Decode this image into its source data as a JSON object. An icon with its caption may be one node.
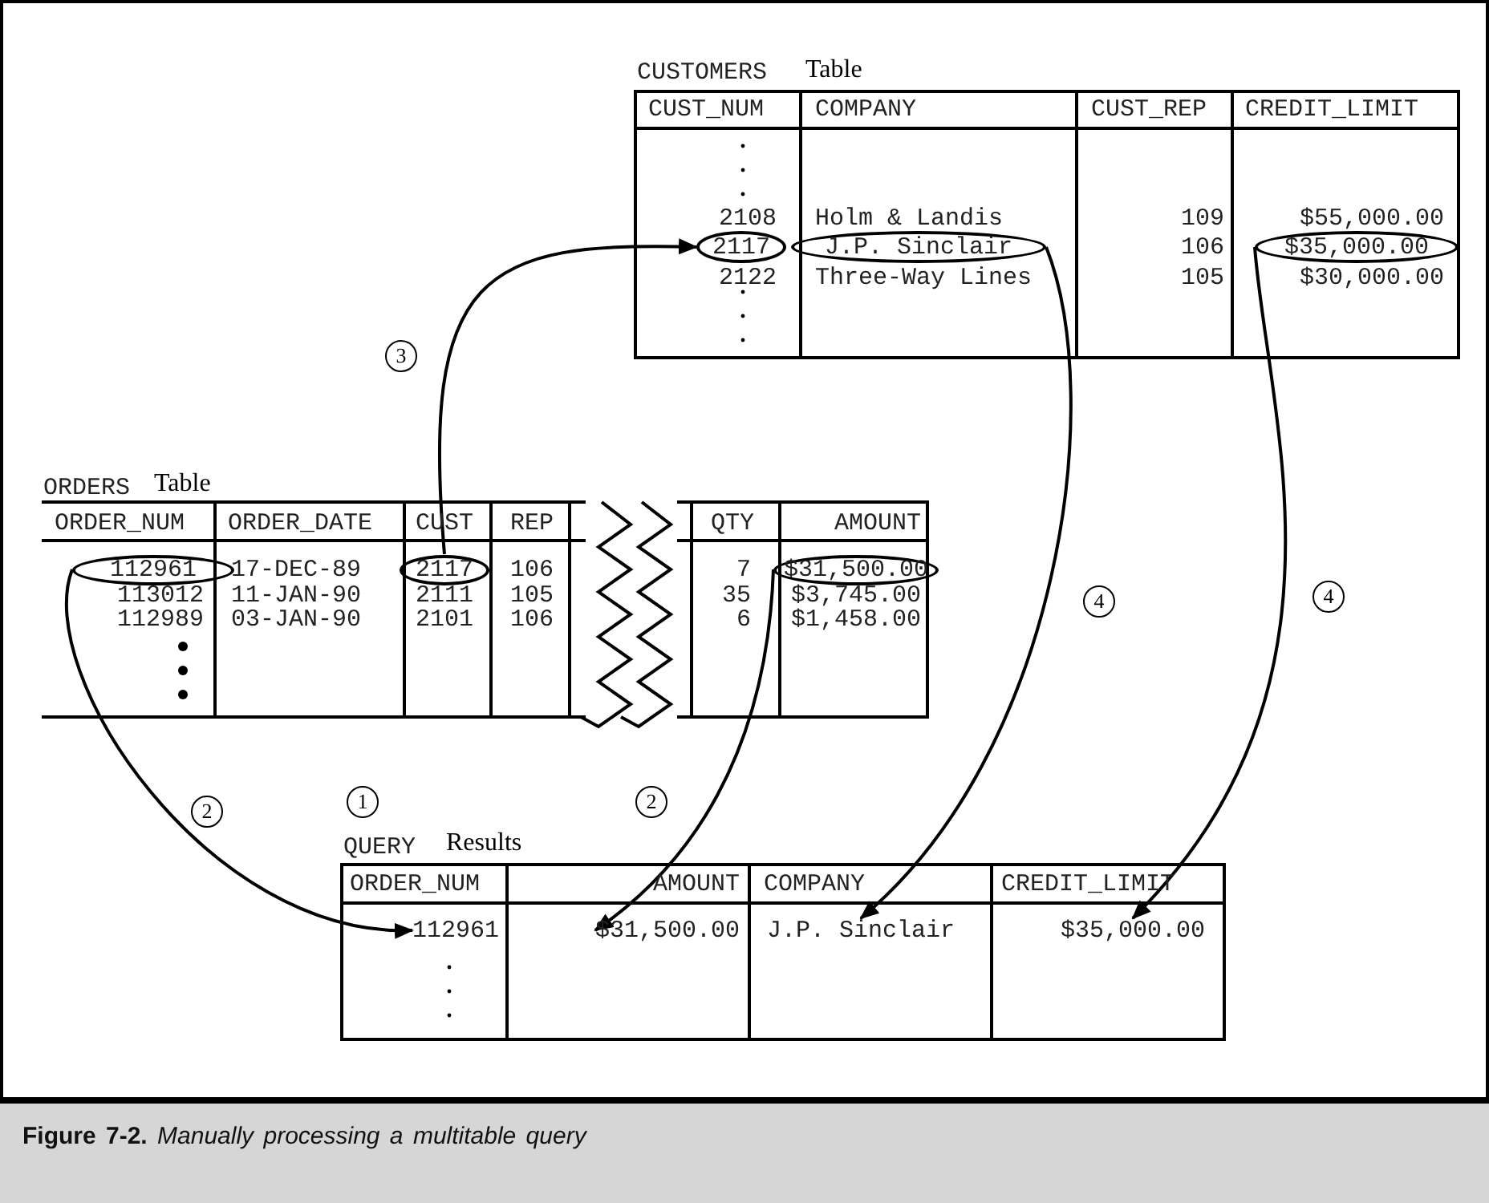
{
  "diagram": {
    "caption": "**Figure 7-2.** *Manually processing a multitable query*",
    "nodes": [
      {
        "text": [
          "2117"
        ]
      },
      {
        "text": [
          "J.P. Sinclair"
        ]
      },
      {
        "text": [
          "$35,000.00"
        ]
      },
      {
        "text": [
          "112961"
        ]
      },
      {
        "text": [
          "2117"
        ]
      },
      {
        "text": [
          "$31,500.00"
        ]
      },
      {
        "text": [
          "112961"
        ]
      },
      {
        "text": [
          "$31,500.00"
        ]
      },
      {
        "text": [
          "J.P. Sinclair"
        ]
      },
      {
        "text": [
          "$35,000.00"
        ]
      }
    ],
    "edges": [
      {
        "from": 4,
        "to": 0,
        "arrow": "to",
        "label": "3"
      },
      {
        "from": 3,
        "to": 6,
        "arrow": "to",
        "label": "2"
      },
      {
        "from": 5,
        "to": 7,
        "arrow": "to",
        "label": "2"
      },
      {
        "from": 1,
        "to": 8,
        "arrow": "to",
        "label": "4"
      },
      {
        "from": 2,
        "to": 9,
        "arrow": "to",
        "label": "4"
      }
    ],
    "labels": [
      "CUSTOMERS",
      "Table",
      "CUST_NUM",
      "COMPANY",
      "CUST_REP",
      "CREDIT_LIMIT",
      "2108",
      "Holm & Landis",
      "109",
      "$55,000.00",
      "106",
      "2122",
      "Three-Way Lines",
      "105",
      "$30,000.00",
      "ORDERS",
      "Table",
      "ORDER_NUM",
      "ORDER_DATE",
      "CUST",
      "REP",
      "QTY",
      "AMOUNT",
      "17-DEC-89",
      "106",
      "7",
      "113012",
      "11-JAN-90",
      "2111",
      "105",
      "35",
      "$3,745.00",
      "112989",
      "03-JAN-90",
      "2101",
      "106",
      "6",
      "$1,458.00",
      "1",
      "QUERY",
      "Results",
      "ORDER_NUM",
      "AMOUNT",
      "COMPANY",
      "CREDIT_LIMIT"
    ]
  }
}
